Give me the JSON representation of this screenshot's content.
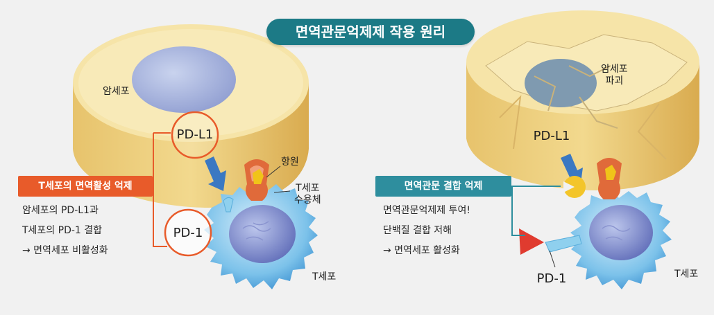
{
  "title": "면역관문억제제 작용 원리",
  "left": {
    "cancer_cell_label": "암세포",
    "pdl1_label": "PD-L1",
    "pd1_label": "PD-1",
    "antigen_label": "항원",
    "tcr_label_line1": "T세포",
    "tcr_label_line2": "수용체",
    "tcell_label": "T세포",
    "badge": "T세포의 면역활성 억제",
    "desc_lines": [
      "암세포의 PD-L1과",
      "T세포의 PD-1 결합",
      "→ 면역세포 비활성화"
    ]
  },
  "right": {
    "destroyed_label_line1": "암세포",
    "destroyed_label_line2": "파괴",
    "pdl1_label": "PD-L1",
    "pd1_label": "PD-1",
    "tcell_label": "T세포",
    "badge": "면역관문 결합 억제",
    "desc_lines": [
      "면역관문억제제 투여!",
      "단백질 결합 저해",
      "→ 면역세포 활성화"
    ]
  },
  "colors": {
    "title_bg": "#1c7a86",
    "badge_red": "#e85b2a",
    "badge_teal": "#2e8e9e",
    "cell_yellow": "#f4df9c",
    "nucleus_blue": "#a9b6dc",
    "tcell_blue": "#6fb8e4"
  }
}
